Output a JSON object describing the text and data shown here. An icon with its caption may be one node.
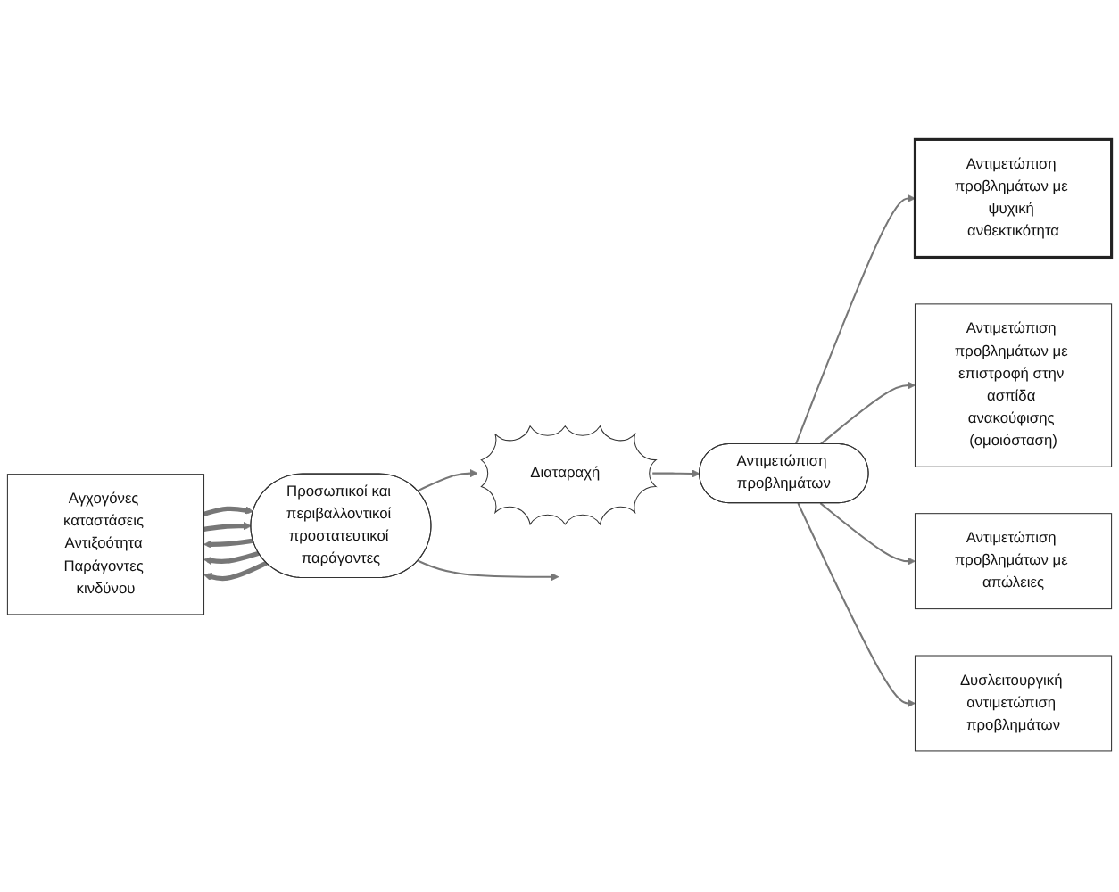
{
  "diagram": {
    "nodes": [
      {
        "text": [
          "Αγχογόνες καταστάσεις Αντιξοότητα Παράγοντες κινδύνου"
        ]
      },
      {
        "text": [
          "Προσωπικοί και περιβαλλοντικοί προστατευτικοί παράγοντες"
        ]
      },
      {
        "text": [
          "Διαταραχή"
        ]
      },
      {
        "text": [
          "Αντιμετώπιση προβλημάτων"
        ]
      },
      {
        "text": [
          "Αντιμετώπιση προβλημάτων με ψυχική ανθεκτικότητα"
        ]
      },
      {
        "text": [
          "Αντιμετώπιση προβλημάτων με επιστροφή στην ασπίδα ανακούφισης (ομοιόσταση)"
        ]
      },
      {
        "text": [
          "Αντιμετώπιση προβλημάτων με απώλειες"
        ]
      },
      {
        "text": [
          "Δυσλειτουργική αντιμετώπιση προβλημάτων"
        ]
      }
    ],
    "edges": [
      {
        "from": 0,
        "to": 1,
        "arrow": "to",
        "style": "thick"
      },
      {
        "from": 0,
        "to": 1,
        "arrow": "to",
        "style": "thick"
      },
      {
        "from": 1,
        "to": 0,
        "arrow": "to",
        "style": "thick"
      },
      {
        "from": 1,
        "to": 0,
        "arrow": "to",
        "style": "thick"
      },
      {
        "from": 1,
        "to": 0,
        "arrow": "to",
        "style": "thick"
      },
      {
        "from": 1,
        "to": null,
        "arrow": "to"
      },
      {
        "from": 1,
        "to": 2,
        "arrow": "to"
      },
      {
        "from": 2,
        "to": 3,
        "arrow": "to"
      },
      {
        "from": 3,
        "to": 4,
        "arrow": "to"
      },
      {
        "from": 3,
        "to": 5,
        "arrow": "to"
      },
      {
        "from": 3,
        "to": 6,
        "arrow": "to"
      },
      {
        "from": 3,
        "to": 7,
        "arrow": "to"
      }
    ]
  }
}
